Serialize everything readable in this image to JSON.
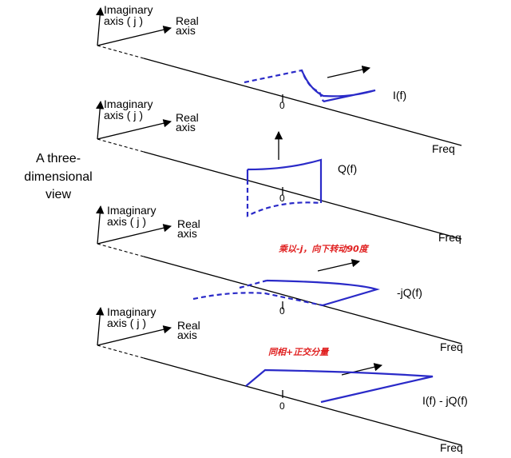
{
  "side_label": [
    "A three-",
    "dimensional",
    "view"
  ],
  "panels": [
    {
      "imag_label": [
        "Imaginary",
        "axis ( j )"
      ],
      "real_label": [
        "Real",
        "axis"
      ],
      "freq_label": "Freq",
      "zero_label": "0",
      "signal_label": "I(f)",
      "note": ""
    },
    {
      "imag_label": [
        "Imaginary",
        "axis ( j )"
      ],
      "real_label": [
        "Real",
        "axis"
      ],
      "freq_label": "Freq",
      "zero_label": "0",
      "signal_label": "Q(f)",
      "note": ""
    },
    {
      "imag_label": [
        "Imaginary",
        "axis ( j )"
      ],
      "real_label": [
        "Real",
        "axis"
      ],
      "freq_label": "Freq",
      "zero_label": "0",
      "signal_label": "-jQ(f)",
      "note": "乘以-j，向下转动90度"
    },
    {
      "imag_label": [
        "Imaginary",
        "axis ( j )"
      ],
      "real_label": [
        "Real",
        "axis"
      ],
      "freq_label": "Freq",
      "zero_label": "0",
      "signal_label": "I(f) - jQ(f)",
      "note": "同相+正交分量"
    }
  ],
  "colors": {
    "signal": "#2a2ac8",
    "note": "#e02020",
    "axis": "#000000"
  }
}
